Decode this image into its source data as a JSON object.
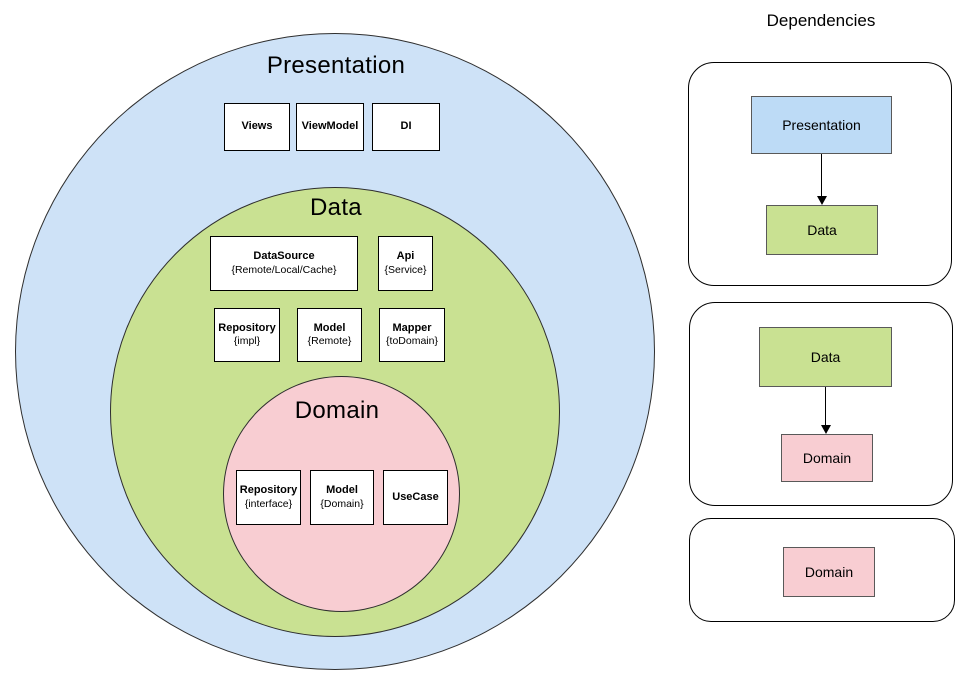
{
  "colors": {
    "presentation_fill": "#cee2f7",
    "presentation_box_fill": "#bddbf6",
    "data_fill": "#c9e192",
    "domain_fill": "#f8cdd2",
    "stroke": "#2e2e2e"
  },
  "architecture": {
    "layers": [
      {
        "name": "Presentation",
        "boxes": [
          {
            "title": "Views"
          },
          {
            "title": "ViewModel"
          },
          {
            "title": "DI"
          }
        ]
      },
      {
        "name": "Data",
        "boxes": [
          {
            "title": "DataSource",
            "subtitle": "{Remote/Local/Cache}"
          },
          {
            "title": "Api",
            "subtitle": "{Service}"
          },
          {
            "title": "Repository",
            "subtitle": "{impl}"
          },
          {
            "title": "Model",
            "subtitle": "{Remote}"
          },
          {
            "title": "Mapper",
            "subtitle": "{toDomain}"
          }
        ]
      },
      {
        "name": "Domain",
        "boxes": [
          {
            "title": "Repository",
            "subtitle": "{interface}"
          },
          {
            "title": "Model",
            "subtitle": "{Domain}"
          },
          {
            "title": "UseCase"
          }
        ]
      }
    ]
  },
  "dependencies": {
    "title": "Dependencies",
    "cards": [
      {
        "from": "Presentation",
        "to": "Data"
      },
      {
        "from": "Data",
        "to": "Domain"
      },
      {
        "from": "Domain",
        "to": null
      }
    ]
  }
}
